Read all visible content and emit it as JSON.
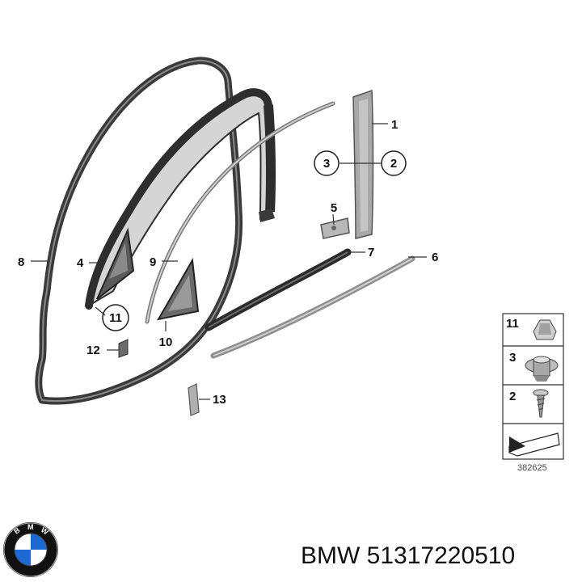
{
  "callouts": {
    "c1": "1",
    "c2": "2",
    "c3": "3",
    "c4": "4",
    "c5": "5",
    "c6": "6",
    "c7": "7",
    "c8": "8",
    "c9": "9",
    "c10": "10",
    "c11": "11",
    "c12": "12",
    "c13": "13"
  },
  "legend": {
    "rows": [
      "11",
      "3",
      "2"
    ]
  },
  "drawing_number": "382625",
  "footer": {
    "brand_letters": [
      "B",
      "M",
      "W"
    ],
    "part_label": "BMW 51317220510"
  },
  "colors": {
    "seal": "#4a4a4a",
    "trim_gray": "#9a9a9a",
    "part_light": "#c8c8c8",
    "bmw_blue": "#1c69d4"
  }
}
